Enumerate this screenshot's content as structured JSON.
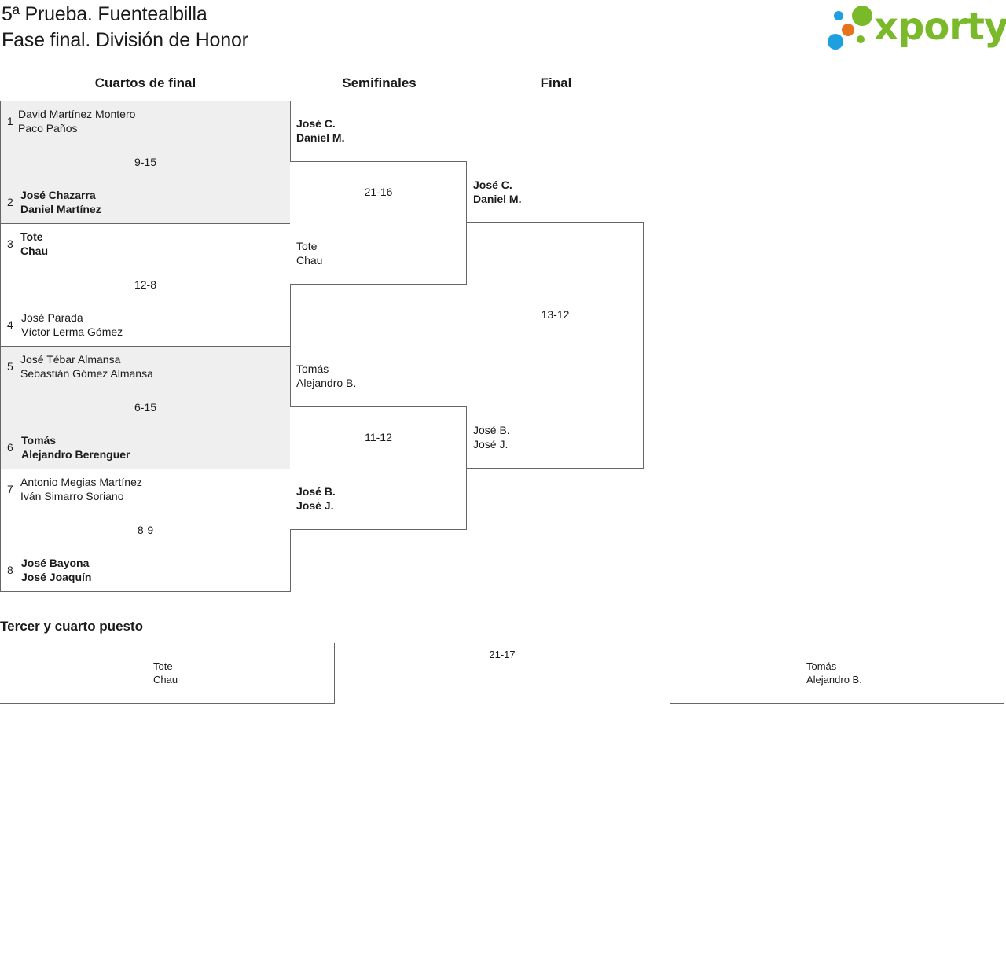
{
  "header": {
    "line1": "5ª Prueba. Fuentealbilla",
    "line2": "Fase final. División de Honor"
  },
  "logo": {
    "text": "xporty",
    "color": "#7ab929",
    "dots": [
      "#1ea0e0",
      "#e8731e",
      "#7ab929"
    ]
  },
  "rounds": {
    "qf": "Cuartos de final",
    "sf": "Semifinales",
    "final": "Final"
  },
  "quarterfinals": [
    {
      "score": "9-15",
      "top": {
        "seed": "1",
        "p1": "David Martínez Montero",
        "p2": "Paco Paños"
      },
      "bottom": {
        "seed": "2",
        "p1": "José Chazarra",
        "p2": "Daniel Martínez"
      }
    },
    {
      "score": "12-8",
      "top": {
        "seed": "3",
        "p1": "Tote",
        "p2": "Chau"
      },
      "bottom": {
        "seed": "4",
        "p1": "José Parada",
        "p2": "Víctor Lerma Gómez"
      }
    },
    {
      "score": "6-15",
      "top": {
        "seed": "5",
        "p1": "José Tébar Almansa",
        "p2": "Sebastián Gómez Almansa"
      },
      "bottom": {
        "seed": "6",
        "p1": "Tomás",
        "p2": "Alejandro Berenguer"
      }
    },
    {
      "score": "8-9",
      "top": {
        "seed": "7",
        "p1": "Antonio Megias Martínez",
        "p2": "Iván Simarro Soriano"
      },
      "bottom": {
        "seed": "8",
        "p1": "José Bayona",
        "p2": "José Joaquín"
      }
    }
  ],
  "semifinals": [
    {
      "score": "21-16",
      "top": {
        "p1": "José C.",
        "p2": "Daniel M."
      },
      "bottom": {
        "p1": "Tote",
        "p2": "Chau"
      }
    },
    {
      "score": "11-12",
      "top": {
        "p1": "Tomás",
        "p2": "Alejandro B."
      },
      "bottom": {
        "p1": "José B.",
        "p2": "José J."
      }
    }
  ],
  "final": {
    "score": "13-12",
    "top": {
      "p1": "José C.",
      "p2": "Daniel M."
    },
    "bottom": {
      "p1": "José B.",
      "p2": "José J."
    }
  },
  "bronze": {
    "title": "Tercer y cuarto puesto",
    "score": "21-17",
    "left": {
      "p1": "Tote",
      "p2": "Chau"
    },
    "right": {
      "p1": "Tomás",
      "p2": "Alejandro B."
    }
  }
}
